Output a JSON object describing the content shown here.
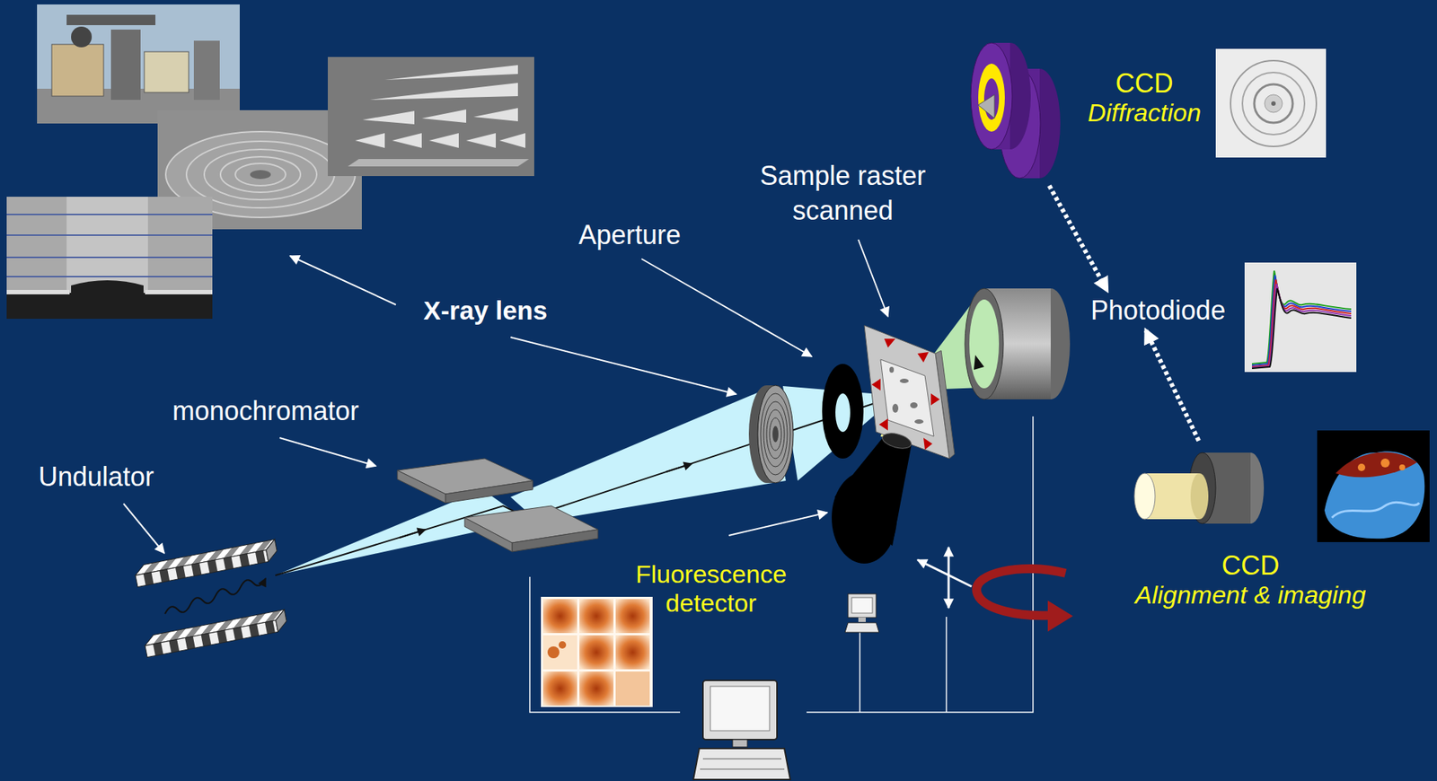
{
  "diagram": {
    "nodes": [
      {
        "text": [
          "CCD",
          "Diffraction"
        ]
      },
      {
        "text": [
          "Photodiode"
        ]
      },
      {
        "text": [
          "CCD",
          "Alignment & imaging"
        ]
      }
    ],
    "edges": [
      {
        "from": 0,
        "to": 1,
        "arrow": "to"
      },
      {
        "from": 2,
        "to": 1,
        "arrow": "to"
      }
    ],
    "labels": [
      "X-ray lens",
      "Aperture",
      "Sample raster scanned",
      "monochromator",
      "Undulator",
      "Fluorescence detector"
    ]
  }
}
